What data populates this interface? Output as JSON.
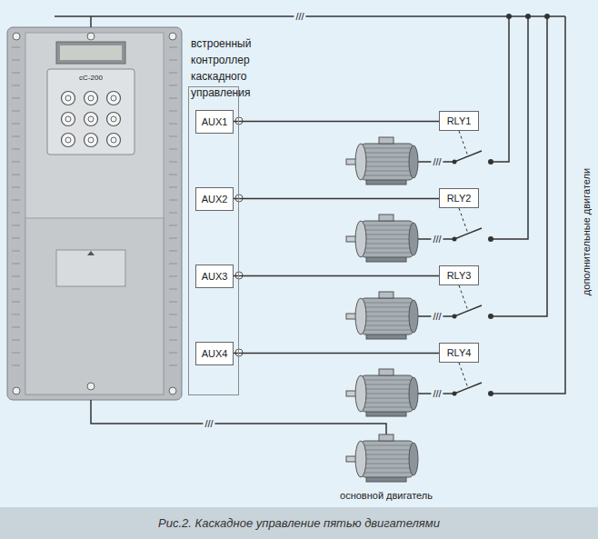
{
  "diagram": {
    "caption": "Рис.2. Каскадное управление пятью двигателями",
    "nodes": [
      {
        "text": [
          "встроенный контроллер каскадного управления"
        ]
      },
      {
        "text": [
          "AUX1"
        ],
        "in": 0
      },
      {
        "text": [
          "AUX2"
        ],
        "in": 0
      },
      {
        "text": [
          "AUX3"
        ],
        "in": 0
      },
      {
        "text": [
          "AUX4"
        ],
        "in": 0
      },
      {
        "text": [
          "RLY1"
        ]
      },
      {
        "text": [
          "RLY2"
        ]
      },
      {
        "text": [
          "RLY3"
        ]
      },
      {
        "text": [
          "RLY4"
        ]
      }
    ],
    "edges": [
      {
        "from": 1,
        "to": 5,
        "arrow": "none"
      },
      {
        "from": 2,
        "to": 6,
        "arrow": "none"
      },
      {
        "from": 3,
        "to": 7,
        "arrow": "none"
      },
      {
        "from": 4,
        "to": 8,
        "arrow": "none"
      }
    ],
    "labels": [
      "///",
      "cC-200",
      "///",
      "///",
      "///",
      "///",
      "///",
      "дополнительные двигатели",
      "основной двигатель"
    ]
  }
}
